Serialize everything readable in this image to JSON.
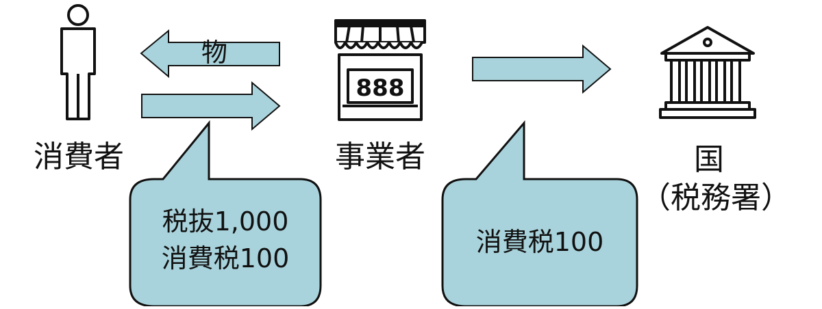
{
  "nodes": {
    "consumer": {
      "label": "消費者",
      "icon": "person-icon"
    },
    "business": {
      "label": "事業者",
      "icon": "shop-icon",
      "sign": "888"
    },
    "nation": {
      "label": "国",
      "sublabel": "（税務署）",
      "icon": "government-building-icon"
    }
  },
  "arrows": {
    "goods": {
      "label": "物",
      "direction": "business-to-consumer"
    },
    "payment": {
      "direction": "consumer-to-business"
    },
    "tax_remit": {
      "direction": "business-to-nation"
    }
  },
  "bubbles": {
    "payment_detail": {
      "line1": "税抜1,000",
      "line2": "消費税100"
    },
    "tax_detail": {
      "line1": "消費税100"
    }
  },
  "colors": {
    "arrow_fill": "#a9d3dc",
    "bubble_fill": "#a9d3dc",
    "stroke": "#111111"
  }
}
